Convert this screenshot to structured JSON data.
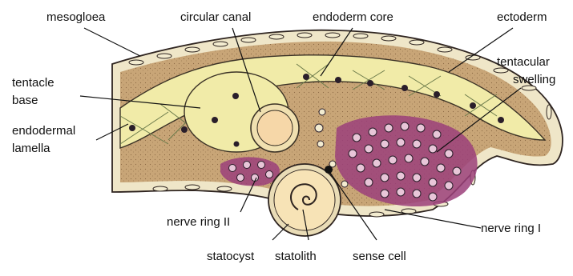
{
  "diagram": {
    "labels": {
      "mesogloea": "mesogloea",
      "circular_canal": "circular canal",
      "endoderm_core": "endoderm core",
      "ectoderm": "ectoderm",
      "tentacular": "tentacular",
      "swelling": "swelling",
      "tentacle": "tentacle",
      "base": "base",
      "endodermal": "endodermal",
      "lamella": "lamella",
      "nerve_ring_ii": "nerve ring II",
      "nerve_ring_i": "nerve ring I",
      "statocyst": "statocyst",
      "statolith": "statolith",
      "sense_cell": "sense cell"
    },
    "colors": {
      "mesogloea": "#c9a77a",
      "endoderm": "#f1eba8",
      "ectoderm": "#efe6c8",
      "swelling": "#9b3f7a",
      "nuclei": "#2a1e2a",
      "background": "#ffffff"
    }
  }
}
